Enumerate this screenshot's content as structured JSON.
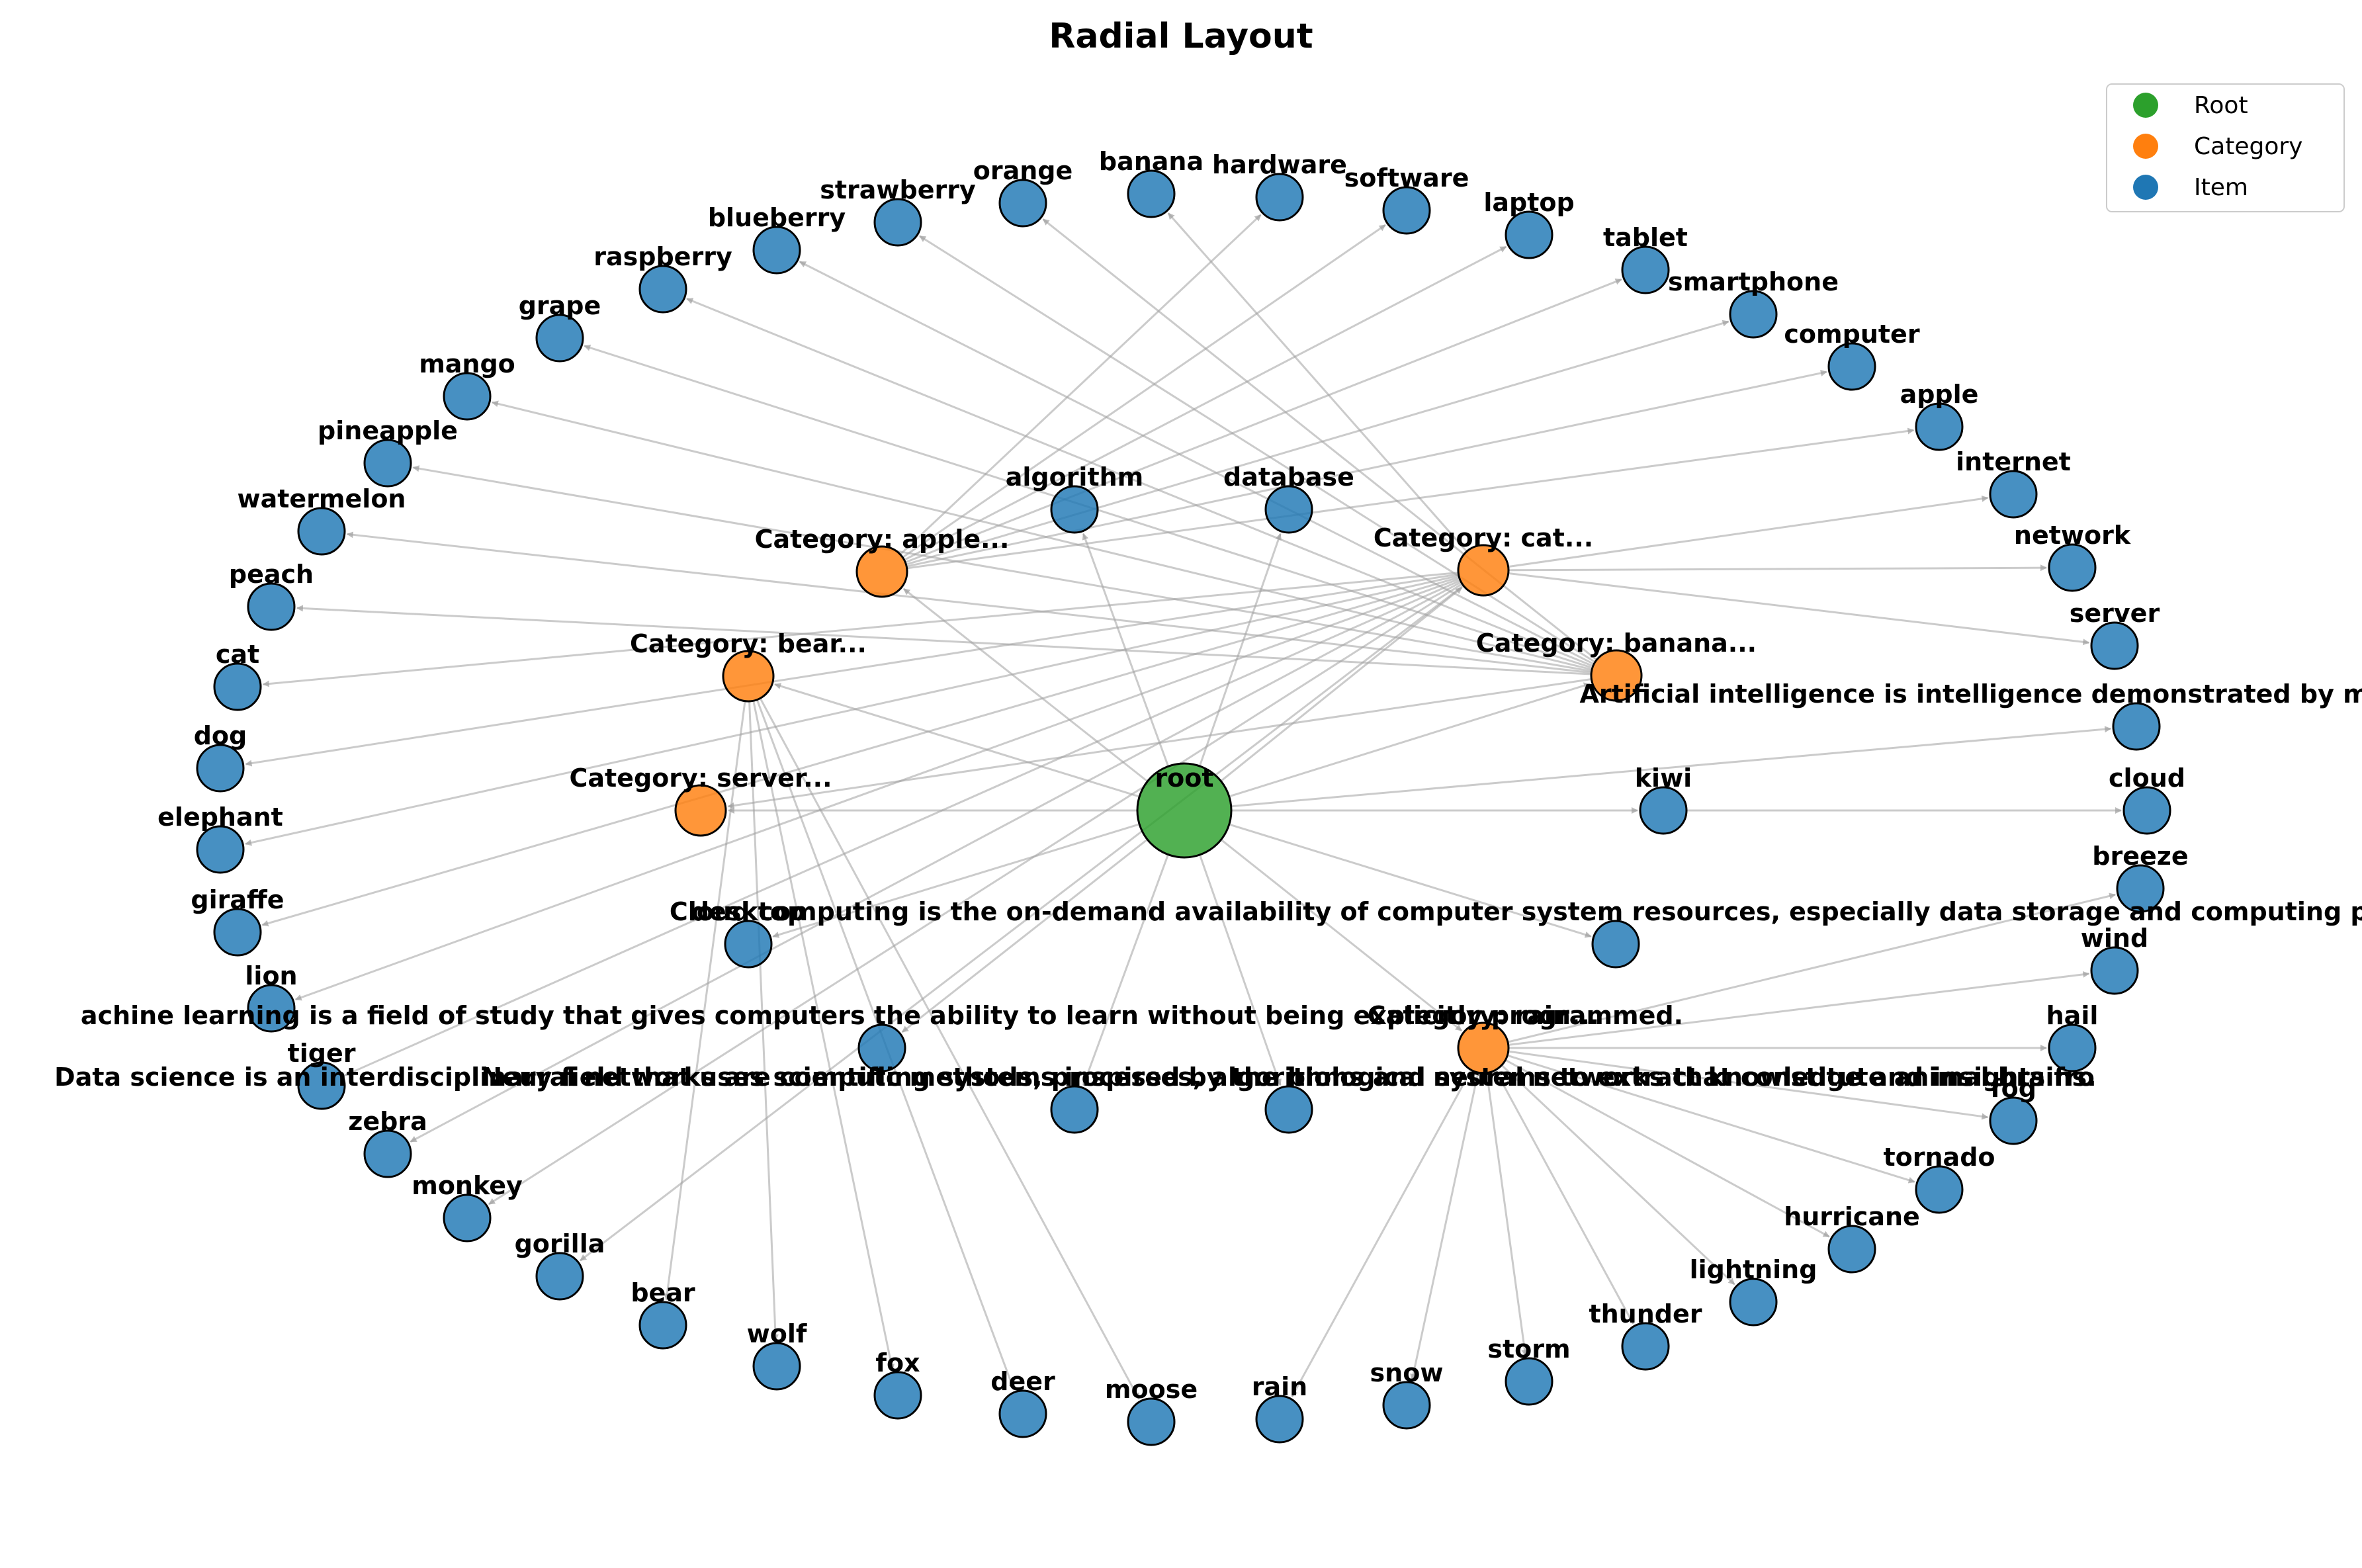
{
  "title": "Radial Layout",
  "colors": {
    "root": "#2ca02c",
    "category": "#ff7f0e",
    "item": "#1f77b4",
    "edge": "#a0a0a0",
    "outline": "#000000"
  },
  "legend": [
    {
      "key": "root",
      "label": "Root"
    },
    {
      "key": "category",
      "label": "Category"
    },
    {
      "key": "item",
      "label": "Item"
    }
  ],
  "nodes": [
    {
      "id": "root",
      "label": "root",
      "type": "root"
    },
    {
      "id": "cat_apple",
      "label": "Category: apple...",
      "type": "category"
    },
    {
      "id": "cat_cat",
      "label": "Category: cat...",
      "type": "category"
    },
    {
      "id": "cat_bear",
      "label": "Category: bear...",
      "type": "category"
    },
    {
      "id": "cat_banana",
      "label": "Category: banana...",
      "type": "category"
    },
    {
      "id": "cat_server",
      "label": "Category: server...",
      "type": "category"
    },
    {
      "id": "cat_rain",
      "label": "Category: rain...",
      "type": "category"
    },
    {
      "id": "algorithm",
      "label": "algorithm",
      "type": "item"
    },
    {
      "id": "database",
      "label": "database",
      "type": "item"
    },
    {
      "id": "kiwi",
      "label": "kiwi",
      "type": "item"
    },
    {
      "id": "desktop",
      "label": "desktop",
      "type": "item"
    },
    {
      "id": "ai",
      "label": "Artificial intelligence is intelligence demonstrated by machines, unlike the nat",
      "type": "item"
    },
    {
      "id": "cloudc",
      "label": "Cloud computing is the on-demand availability of computer system resources, especially data storage and computing power, without",
      "type": "item"
    },
    {
      "id": "ml",
      "label": "achine learning is a field of study that gives computers the ability to learn without being explicitly programmed.",
      "type": "item"
    },
    {
      "id": "ds",
      "label": "Data science is an interdisciplinary field that uses scientific methods, processes, algorithms and systems to extract knowledge and insights fro",
      "type": "item"
    },
    {
      "id": "nn",
      "label": "Neural networks are computing systems inspired by the biological neural networks that constitute animal brains.",
      "type": "item"
    },
    {
      "id": "banana",
      "label": "banana",
      "type": "item"
    },
    {
      "id": "hardware",
      "label": "hardware",
      "type": "item"
    },
    {
      "id": "software",
      "label": "software",
      "type": "item"
    },
    {
      "id": "laptop",
      "label": "laptop",
      "type": "item"
    },
    {
      "id": "tablet",
      "label": "tablet",
      "type": "item"
    },
    {
      "id": "smartphone",
      "label": "smartphone",
      "type": "item"
    },
    {
      "id": "computer",
      "label": "computer",
      "type": "item"
    },
    {
      "id": "apple",
      "label": "apple",
      "type": "item"
    },
    {
      "id": "internet",
      "label": "internet",
      "type": "item"
    },
    {
      "id": "network",
      "label": "network",
      "type": "item"
    },
    {
      "id": "server",
      "label": "server",
      "type": "item"
    },
    {
      "id": "cloud",
      "label": "cloud",
      "type": "item"
    },
    {
      "id": "breeze",
      "label": "breeze",
      "type": "item"
    },
    {
      "id": "wind",
      "label": "wind",
      "type": "item"
    },
    {
      "id": "hail",
      "label": "hail",
      "type": "item"
    },
    {
      "id": "fog",
      "label": "fog",
      "type": "item"
    },
    {
      "id": "tornado",
      "label": "tornado",
      "type": "item"
    },
    {
      "id": "hurricane",
      "label": "hurricane",
      "type": "item"
    },
    {
      "id": "lightning",
      "label": "lightning",
      "type": "item"
    },
    {
      "id": "thunder",
      "label": "thunder",
      "type": "item"
    },
    {
      "id": "storm",
      "label": "storm",
      "type": "item"
    },
    {
      "id": "snow",
      "label": "snow",
      "type": "item"
    },
    {
      "id": "rain",
      "label": "rain",
      "type": "item"
    },
    {
      "id": "moose",
      "label": "moose",
      "type": "item"
    },
    {
      "id": "deer",
      "label": "deer",
      "type": "item"
    },
    {
      "id": "fox",
      "label": "fox",
      "type": "item"
    },
    {
      "id": "wolf",
      "label": "wolf",
      "type": "item"
    },
    {
      "id": "bear",
      "label": "bear",
      "type": "item"
    },
    {
      "id": "gorilla",
      "label": "gorilla",
      "type": "item"
    },
    {
      "id": "monkey",
      "label": "monkey",
      "type": "item"
    },
    {
      "id": "zebra",
      "label": "zebra",
      "type": "item"
    },
    {
      "id": "tiger",
      "label": "tiger",
      "type": "item"
    },
    {
      "id": "lion",
      "label": "lion",
      "type": "item"
    },
    {
      "id": "giraffe",
      "label": "giraffe",
      "type": "item"
    },
    {
      "id": "elephant",
      "label": "elephant",
      "type": "item"
    },
    {
      "id": "dog",
      "label": "dog",
      "type": "item"
    },
    {
      "id": "cat",
      "label": "cat",
      "type": "item"
    },
    {
      "id": "peach",
      "label": "peach",
      "type": "item"
    },
    {
      "id": "watermelon",
      "label": "watermelon",
      "type": "item"
    },
    {
      "id": "pineapple",
      "label": "pineapple",
      "type": "item"
    },
    {
      "id": "mango",
      "label": "mango",
      "type": "item"
    },
    {
      "id": "grape",
      "label": "grape",
      "type": "item"
    },
    {
      "id": "raspberry",
      "label": "raspberry",
      "type": "item"
    },
    {
      "id": "blueberry",
      "label": "blueberry",
      "type": "item"
    },
    {
      "id": "strawberry",
      "label": "strawberry",
      "type": "item"
    },
    {
      "id": "orange",
      "label": "orange",
      "type": "item"
    }
  ],
  "edges": [
    [
      "root",
      "cat_apple"
    ],
    [
      "root",
      "cat_cat"
    ],
    [
      "root",
      "cat_bear"
    ],
    [
      "root",
      "cat_banana"
    ],
    [
      "root",
      "cat_server"
    ],
    [
      "root",
      "cat_rain"
    ],
    [
      "root",
      "algorithm"
    ],
    [
      "root",
      "database"
    ],
    [
      "root",
      "kiwi"
    ],
    [
      "root",
      "desktop"
    ],
    [
      "root",
      "ai"
    ],
    [
      "root",
      "cloudc"
    ],
    [
      "root",
      "ml"
    ],
    [
      "root",
      "ds"
    ],
    [
      "root",
      "nn"
    ],
    [
      "cat_apple",
      "hardware"
    ],
    [
      "cat_apple",
      "software"
    ],
    [
      "cat_apple",
      "laptop"
    ],
    [
      "cat_apple",
      "tablet"
    ],
    [
      "cat_apple",
      "smartphone"
    ],
    [
      "cat_apple",
      "computer"
    ],
    [
      "cat_apple",
      "apple"
    ],
    [
      "cat_cat",
      "banana"
    ],
    [
      "cat_cat",
      "internet"
    ],
    [
      "cat_cat",
      "network"
    ],
    [
      "cat_cat",
      "server"
    ],
    [
      "cat_cat",
      "cat"
    ],
    [
      "cat_cat",
      "dog"
    ],
    [
      "cat_cat",
      "elephant"
    ],
    [
      "cat_cat",
      "giraffe"
    ],
    [
      "cat_cat",
      "lion"
    ],
    [
      "cat_cat",
      "tiger"
    ],
    [
      "cat_cat",
      "zebra"
    ],
    [
      "cat_cat",
      "monkey"
    ],
    [
      "cat_cat",
      "gorilla"
    ],
    [
      "cat_bear",
      "bear"
    ],
    [
      "cat_bear",
      "wolf"
    ],
    [
      "cat_bear",
      "fox"
    ],
    [
      "cat_bear",
      "deer"
    ],
    [
      "cat_bear",
      "moose"
    ],
    [
      "cat_banana",
      "orange"
    ],
    [
      "cat_banana",
      "strawberry"
    ],
    [
      "cat_banana",
      "blueberry"
    ],
    [
      "cat_banana",
      "raspberry"
    ],
    [
      "cat_banana",
      "grape"
    ],
    [
      "cat_banana",
      "mango"
    ],
    [
      "cat_banana",
      "pineapple"
    ],
    [
      "cat_banana",
      "watermelon"
    ],
    [
      "cat_banana",
      "peach"
    ],
    [
      "cat_banana",
      "cat_server"
    ],
    [
      "cat_rain",
      "rain"
    ],
    [
      "cat_rain",
      "snow"
    ],
    [
      "cat_rain",
      "storm"
    ],
    [
      "cat_rain",
      "thunder"
    ],
    [
      "cat_rain",
      "lightning"
    ],
    [
      "cat_rain",
      "hurricane"
    ],
    [
      "cat_rain",
      "tornado"
    ],
    [
      "cat_rain",
      "fog"
    ],
    [
      "cat_rain",
      "hail"
    ],
    [
      "cat_rain",
      "wind"
    ],
    [
      "cat_rain",
      "breeze"
    ],
    [
      "kiwi",
      "cloud"
    ]
  ]
}
